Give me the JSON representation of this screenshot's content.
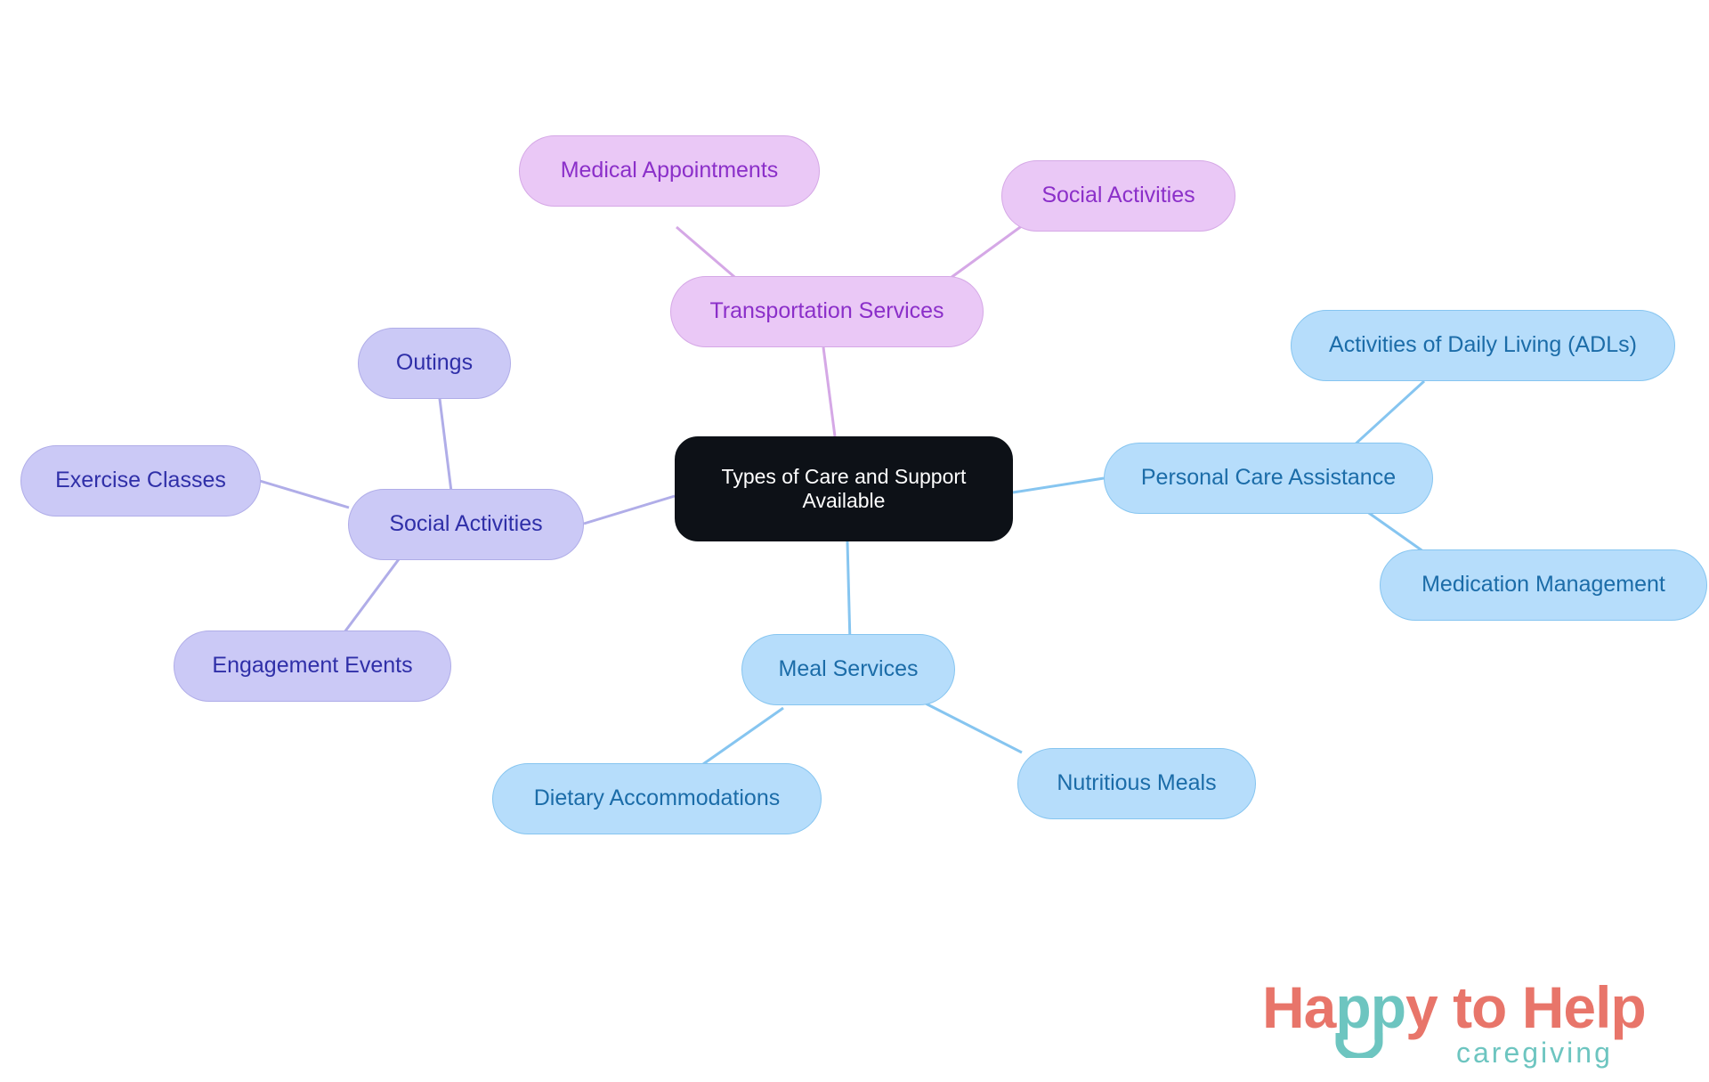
{
  "diagram": {
    "type": "mindmap",
    "title": "Types of Care and Support Available",
    "root": {
      "id": "root",
      "label": "Types of Care and Support Available",
      "color": "#0d1117",
      "text_color": "#ffffff"
    },
    "branches": [
      {
        "id": "personal-care-assistance",
        "label": "Personal Care Assistance",
        "color": "#b6ddfb",
        "text_color": "#1b6ca8",
        "children": [
          {
            "id": "activities-of-daily-living",
            "label": "Activities of Daily Living (ADLs)"
          },
          {
            "id": "medication-management",
            "label": "Medication Management"
          }
        ]
      },
      {
        "id": "meal-services",
        "label": "Meal Services",
        "color": "#b6ddfb",
        "text_color": "#1b6ca8",
        "children": [
          {
            "id": "dietary-accommodations",
            "label": "Dietary Accommodations"
          },
          {
            "id": "nutritious-meals",
            "label": "Nutritious Meals"
          }
        ]
      },
      {
        "id": "transportation-services",
        "label": "Transportation Services",
        "color": "#eac8f6",
        "text_color": "#8b2fc9",
        "children": [
          {
            "id": "medical-appointments",
            "label": "Medical Appointments"
          },
          {
            "id": "social-activities-transport",
            "label": "Social Activities"
          }
        ]
      },
      {
        "id": "social-activities",
        "label": "Social Activities",
        "color": "#cbc9f6",
        "text_color": "#2f2fa8",
        "children": [
          {
            "id": "outings",
            "label": "Outings"
          },
          {
            "id": "exercise-classes",
            "label": "Exercise Classes"
          },
          {
            "id": "engagement-events",
            "label": "Engagement Events"
          }
        ]
      }
    ]
  },
  "logo": {
    "word_happy": "Happy",
    "word_to": "to",
    "word_help": "Help",
    "tagline": "caregiving",
    "coral": "#e8756a",
    "teal": "#6dc5c0"
  }
}
